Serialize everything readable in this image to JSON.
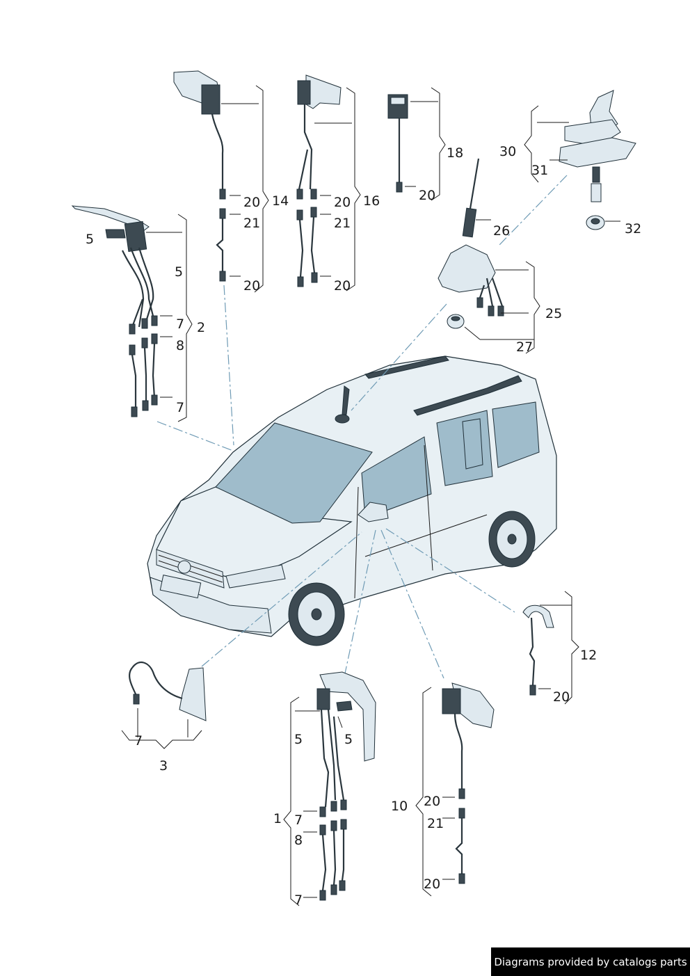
{
  "callouts": {
    "c1": "1",
    "c2": "2",
    "c3": "3",
    "c5a": "5",
    "c5b": "5",
    "c5c": "5",
    "c5d": "5",
    "c7a": "7",
    "c7b": "7",
    "c7c": "7",
    "c7d": "7",
    "c7e": "7",
    "c8a": "8",
    "c8b": "8",
    "c10": "10",
    "c12": "12",
    "c14": "14",
    "c16": "16",
    "c18": "18",
    "c20a": "20",
    "c20b": "20",
    "c20c": "20",
    "c20d": "20",
    "c20e": "20",
    "c20f": "20",
    "c20g": "20",
    "c20h": "20",
    "c21a": "21",
    "c21b": "21",
    "c21c": "21",
    "c25": "25",
    "c26": "26",
    "c27": "27",
    "c30": "30",
    "c31": "31",
    "c32": "32"
  },
  "footer": {
    "text": "Diagrams provided by catalogs parts"
  }
}
